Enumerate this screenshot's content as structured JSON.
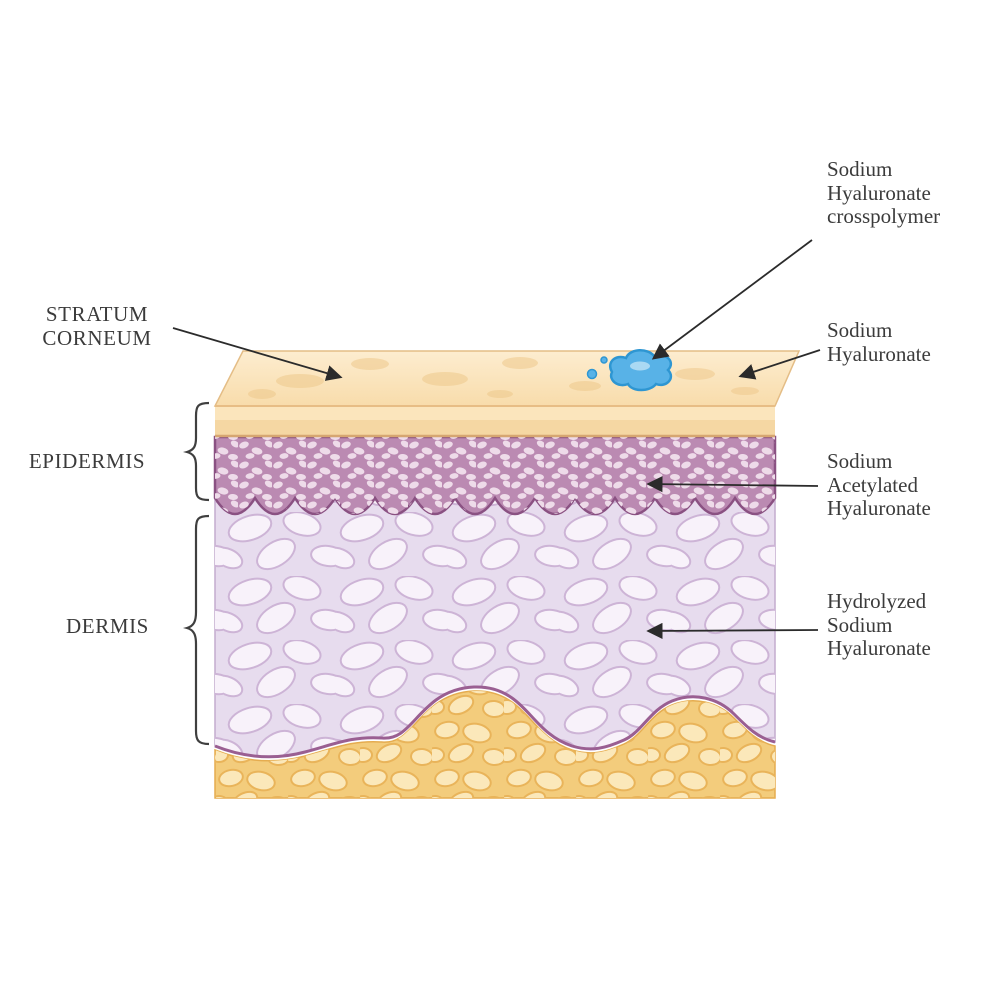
{
  "diagram": {
    "left_labels": {
      "stratum_corneum": "STRATUM\nCORNEUM",
      "epidermis": "EPIDERMIS",
      "dermis": "DERMIS"
    },
    "right_labels": {
      "crosspolymer": "Sodium\nHyaluronate\ncrosspolymer",
      "sodium_hyaluronate": "Sodium\nHyaluronate",
      "acetylated": "Sodium\nAcetylated\nHyaluronate",
      "hydrolyzed": "Hydrolyzed\nSodium\nHyaluronate"
    },
    "colors": {
      "skin_surface": "#fbe3b6",
      "stratum_corneum_band": "#f5d7a3",
      "stratum_corneum_band_light": "#fbe5bc",
      "epidermis_base": "#bb8ab2",
      "dermis_base": "#e7dcee",
      "fat_base": "#f3cc7c",
      "droplet": "#58b2e7",
      "droplet_outline": "#2e96d2",
      "junction_purple": "#8a5182",
      "dermis_bottom_purple": "#9a5f92",
      "annotation_line": "#2b2b2b"
    }
  }
}
